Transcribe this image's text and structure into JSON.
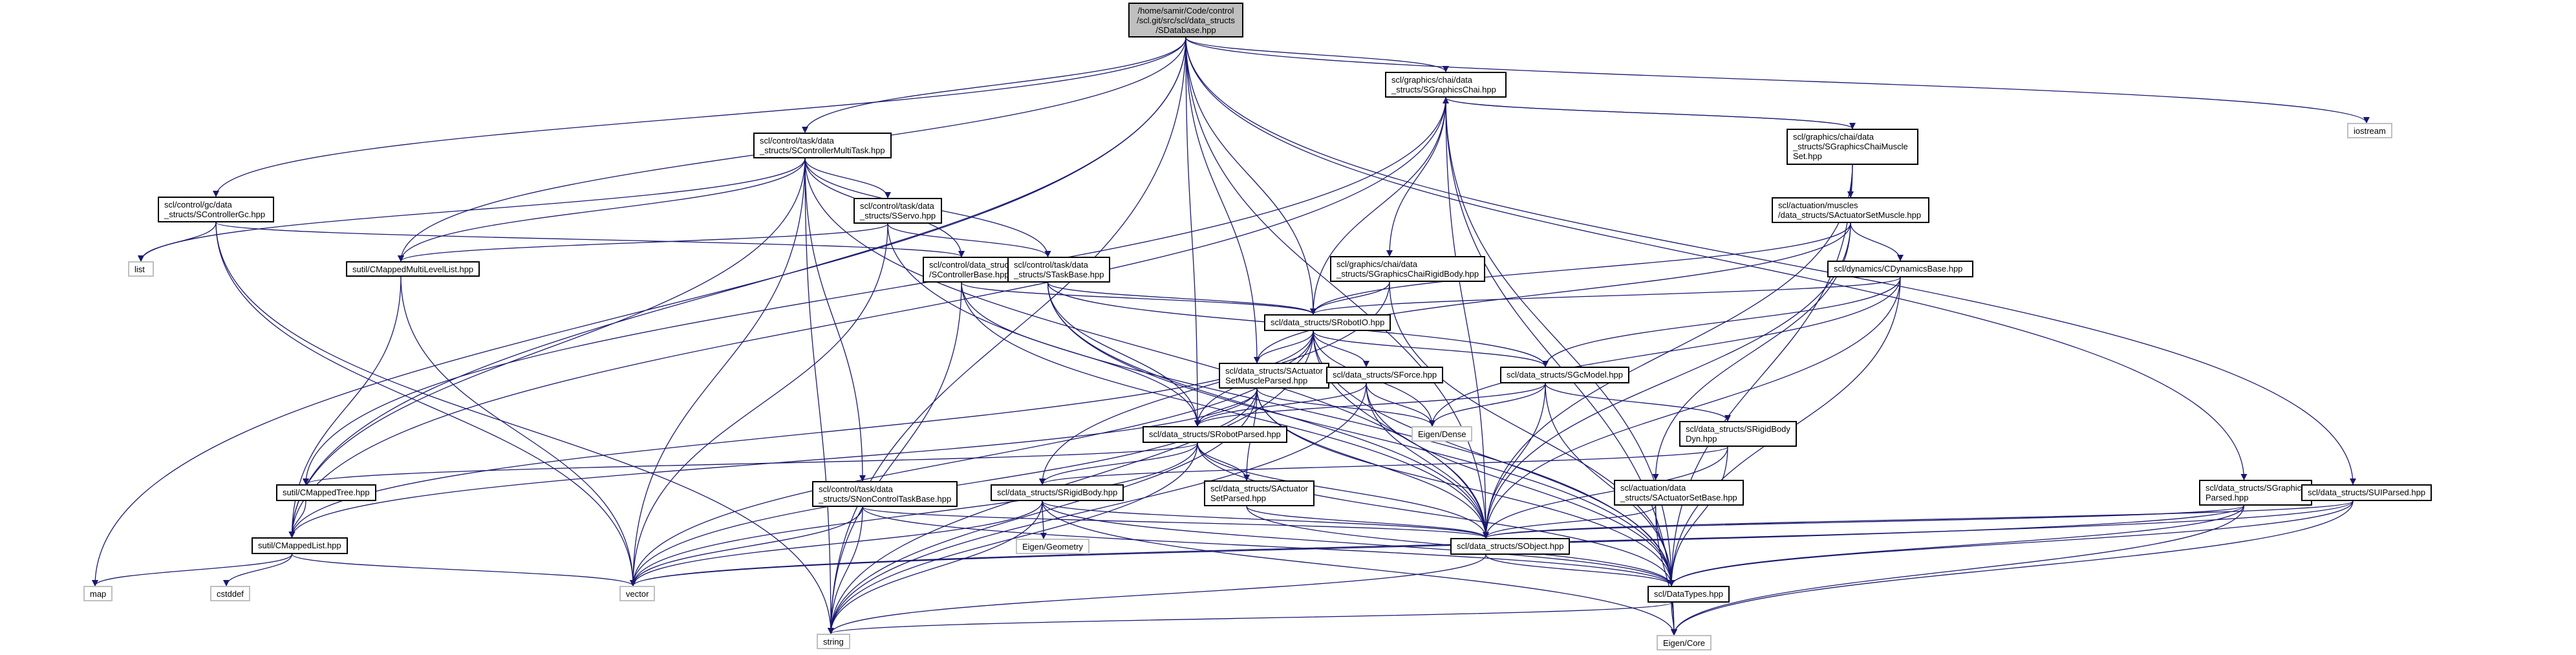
{
  "diagram": {
    "title": "Include dependency graph for SDatabase.hpp",
    "edge_color": "#191970",
    "root_fill": "#bfbfbf",
    "external_border": "#bfbfbf",
    "nodes": [
      {
        "id": "root",
        "label": "/home/samir/Code/control\n/scl.git/src/scl/data_structs\n/SDatabase.hpp",
        "kind": "root"
      },
      {
        "id": "gchai",
        "label": "scl/graphics/chai/data\n_structs/SGraphicsChai.hpp",
        "kind": "local"
      },
      {
        "id": "iostream",
        "label": "iostream",
        "kind": "external"
      },
      {
        "id": "multitask",
        "label": "scl/control/task/data\n_structs/SControllerMultiTask.hpp",
        "kind": "local"
      },
      {
        "id": "gchaimuscle",
        "label": "scl/graphics/chai/data\n_structs/SGraphicsChaiMuscle\nSet.hpp",
        "kind": "local"
      },
      {
        "id": "gc",
        "label": "scl/control/gc/data\n_structs/SControllerGc.hpp",
        "kind": "local"
      },
      {
        "id": "servo",
        "label": "scl/control/task/data\n_structs/SServo.hpp",
        "kind": "local"
      },
      {
        "id": "actmuscle",
        "label": "scl/actuation/muscles\n/data_structs/SActuatorSetMuscle.hpp",
        "kind": "local"
      },
      {
        "id": "list",
        "label": "list",
        "kind": "external"
      },
      {
        "id": "mmll",
        "label": "sutil/CMappedMultiLevelList.hpp",
        "kind": "local"
      },
      {
        "id": "ctrlbase",
        "label": "scl/control/data_structs\n/SControllerBase.hpp",
        "kind": "local"
      },
      {
        "id": "taskbase",
        "label": "scl/control/task/data\n_structs/STaskBase.hpp",
        "kind": "local"
      },
      {
        "id": "gchairb",
        "label": "scl/graphics/chai/data\n_structs/SGraphicsChaiRigidBody.hpp",
        "kind": "local"
      },
      {
        "id": "dynbase",
        "label": "scl/dynamics/CDynamicsBase.hpp",
        "kind": "local"
      },
      {
        "id": "robotio",
        "label": "scl/data_structs/SRobotIO.hpp",
        "kind": "local"
      },
      {
        "id": "actmuscleparsed",
        "label": "scl/data_structs/SActuator\nSetMuscleParsed.hpp",
        "kind": "local"
      },
      {
        "id": "force",
        "label": "scl/data_structs/SForce.hpp",
        "kind": "local"
      },
      {
        "id": "gcmodel",
        "label": "scl/data_structs/SGcModel.hpp",
        "kind": "local"
      },
      {
        "id": "dense",
        "label": "Eigen/Dense",
        "kind": "external"
      },
      {
        "id": "robotparsed",
        "label": "scl/data_structs/SRobotParsed.hpp",
        "kind": "local"
      },
      {
        "id": "rbdyn",
        "label": "scl/data_structs/SRigidBody\nDyn.hpp",
        "kind": "local"
      },
      {
        "id": "mtree",
        "label": "sutil/CMappedTree.hpp",
        "kind": "local"
      },
      {
        "id": "noncontrol",
        "label": "scl/control/task/data\n_structs/SNonControlTaskBase.hpp",
        "kind": "local"
      },
      {
        "id": "rigidbody",
        "label": "scl/data_structs/SRigidBody.hpp",
        "kind": "local"
      },
      {
        "id": "actsetparsed",
        "label": "scl/data_structs/SActuator\nSetParsed.hpp",
        "kind": "local"
      },
      {
        "id": "actsetbase",
        "label": "scl/actuation/data\n_structs/SActuatorSetBase.hpp",
        "kind": "local"
      },
      {
        "id": "gparsed",
        "label": "scl/data_structs/SGraphics\nParsed.hpp",
        "kind": "local"
      },
      {
        "id": "uiparsed",
        "label": "scl/data_structs/SUIParsed.hpp",
        "kind": "local"
      },
      {
        "id": "mlist",
        "label": "sutil/CMappedList.hpp",
        "kind": "local"
      },
      {
        "id": "geometry",
        "label": "Eigen/Geometry",
        "kind": "external"
      },
      {
        "id": "sobject",
        "label": "scl/data_structs/SObject.hpp",
        "kind": "local"
      },
      {
        "id": "map",
        "label": "map",
        "kind": "external"
      },
      {
        "id": "cstddef",
        "label": "cstddef",
        "kind": "external"
      },
      {
        "id": "vector",
        "label": "vector",
        "kind": "external"
      },
      {
        "id": "datatypes",
        "label": "scl/DataTypes.hpp",
        "kind": "local"
      },
      {
        "id": "string",
        "label": "string",
        "kind": "external"
      },
      {
        "id": "core",
        "label": "Eigen/Core",
        "kind": "external"
      }
    ],
    "edges": [
      [
        "root",
        "gchai"
      ],
      [
        "root",
        "iostream"
      ],
      [
        "root",
        "multitask"
      ],
      [
        "root",
        "gc"
      ],
      [
        "root",
        "mmll"
      ],
      [
        "root",
        "robotio"
      ],
      [
        "root",
        "actmuscleparsed"
      ],
      [
        "root",
        "robotparsed"
      ],
      [
        "root",
        "gparsed"
      ],
      [
        "root",
        "uiparsed"
      ],
      [
        "root",
        "mlist"
      ],
      [
        "root",
        "map"
      ],
      [
        "root",
        "string"
      ],
      [
        "root",
        "sobject"
      ],
      [
        "gchai",
        "gchaimuscle"
      ],
      [
        "gchai",
        "gchairb"
      ],
      [
        "gchai",
        "robotio"
      ],
      [
        "gchai",
        "mlist"
      ],
      [
        "gchai",
        "sobject"
      ],
      [
        "gchai",
        "datatypes"
      ],
      [
        "gchai",
        "core"
      ],
      [
        "gchai",
        "mtree"
      ],
      [
        "gchaimuscle",
        "gchai"
      ],
      [
        "gchaimuscle",
        "actmuscle"
      ],
      [
        "gchaimuscle",
        "sobject"
      ],
      [
        "gchaimuscle",
        "datatypes"
      ],
      [
        "multitask",
        "servo"
      ],
      [
        "multitask",
        "ctrlbase"
      ],
      [
        "multitask",
        "taskbase"
      ],
      [
        "multitask",
        "noncontrol"
      ],
      [
        "multitask",
        "mmll"
      ],
      [
        "multitask",
        "list"
      ],
      [
        "multitask",
        "vector"
      ],
      [
        "multitask",
        "string"
      ],
      [
        "multitask",
        "mlist"
      ],
      [
        "multitask",
        "sobject"
      ],
      [
        "gc",
        "list"
      ],
      [
        "gc",
        "ctrlbase"
      ],
      [
        "gc",
        "vector"
      ],
      [
        "gc",
        "string"
      ],
      [
        "servo",
        "taskbase"
      ],
      [
        "servo",
        "mmll"
      ],
      [
        "servo",
        "datatypes"
      ],
      [
        "servo",
        "vector"
      ],
      [
        "actmuscle",
        "dynbase"
      ],
      [
        "actmuscle",
        "actmuscleparsed"
      ],
      [
        "actmuscle",
        "robotio"
      ],
      [
        "actmuscle",
        "actsetbase"
      ],
      [
        "actmuscle",
        "sobject"
      ],
      [
        "mmll",
        "mlist"
      ],
      [
        "mmll",
        "vector"
      ],
      [
        "ctrlbase",
        "robotio"
      ],
      [
        "ctrlbase",
        "robotparsed"
      ],
      [
        "ctrlbase",
        "sobject"
      ],
      [
        "ctrlbase",
        "string"
      ],
      [
        "taskbase",
        "robotio"
      ],
      [
        "taskbase",
        "robotparsed"
      ],
      [
        "taskbase",
        "gcmodel"
      ],
      [
        "taskbase",
        "datatypes"
      ],
      [
        "taskbase",
        "sobject"
      ],
      [
        "gchairb",
        "robotio"
      ],
      [
        "gchairb",
        "rigidbody"
      ],
      [
        "gchairb",
        "datatypes"
      ],
      [
        "dynbase",
        "robotio"
      ],
      [
        "dynbase",
        "gcmodel"
      ],
      [
        "dynbase",
        "dense"
      ],
      [
        "dynbase",
        "sobject"
      ],
      [
        "dynbase",
        "datatypes"
      ],
      [
        "robotio",
        "actmuscleparsed"
      ],
      [
        "robotio",
        "force"
      ],
      [
        "robotio",
        "gcmodel"
      ],
      [
        "robotio",
        "robotparsed"
      ],
      [
        "robotio",
        "dense"
      ],
      [
        "robotio",
        "sobject"
      ],
      [
        "robotio",
        "datatypes"
      ],
      [
        "robotio",
        "vector"
      ],
      [
        "robotio",
        "string"
      ],
      [
        "robotio",
        "mlist"
      ],
      [
        "actmuscleparsed",
        "robotparsed"
      ],
      [
        "actmuscleparsed",
        "actsetparsed"
      ],
      [
        "actmuscleparsed",
        "dense"
      ],
      [
        "actmuscleparsed",
        "sobject"
      ],
      [
        "actmuscleparsed",
        "datatypes"
      ],
      [
        "actmuscleparsed",
        "mlist"
      ],
      [
        "actmuscleparsed",
        "vector"
      ],
      [
        "actmuscleparsed",
        "string"
      ],
      [
        "force",
        "robotparsed"
      ],
      [
        "force",
        "dense"
      ],
      [
        "force",
        "sobject"
      ],
      [
        "force",
        "datatypes"
      ],
      [
        "force",
        "string"
      ],
      [
        "gcmodel",
        "rbdyn"
      ],
      [
        "gcmodel",
        "dense"
      ],
      [
        "gcmodel",
        "robotparsed"
      ],
      [
        "gcmodel",
        "sobject"
      ],
      [
        "gcmodel",
        "datatypes"
      ],
      [
        "robotparsed",
        "rigidbody"
      ],
      [
        "robotparsed",
        "actsetparsed"
      ],
      [
        "robotparsed",
        "mtree"
      ],
      [
        "robotparsed",
        "sobject"
      ],
      [
        "robotparsed",
        "datatypes"
      ],
      [
        "robotparsed",
        "vector"
      ],
      [
        "robotparsed",
        "string"
      ],
      [
        "rbdyn",
        "rigidbody"
      ],
      [
        "rbdyn",
        "datatypes"
      ],
      [
        "rbdyn",
        "sobject"
      ],
      [
        "mtree",
        "mlist"
      ],
      [
        "noncontrol",
        "sobject"
      ],
      [
        "noncontrol",
        "datatypes"
      ],
      [
        "noncontrol",
        "vector"
      ],
      [
        "noncontrol",
        "string"
      ],
      [
        "rigidbody",
        "geometry"
      ],
      [
        "rigidbody",
        "sobject"
      ],
      [
        "rigidbody",
        "datatypes"
      ],
      [
        "rigidbody",
        "vector"
      ],
      [
        "rigidbody",
        "string"
      ],
      [
        "rigidbody",
        "core"
      ],
      [
        "actsetparsed",
        "sobject"
      ],
      [
        "actsetparsed",
        "datatypes"
      ],
      [
        "actsetbase",
        "sobject"
      ],
      [
        "actsetbase",
        "datatypes"
      ],
      [
        "actsetbase",
        "core"
      ],
      [
        "gparsed",
        "sobject"
      ],
      [
        "gparsed",
        "datatypes"
      ],
      [
        "gparsed",
        "vector"
      ],
      [
        "gparsed",
        "core"
      ],
      [
        "uiparsed",
        "sobject"
      ],
      [
        "uiparsed",
        "datatypes"
      ],
      [
        "uiparsed",
        "vector"
      ],
      [
        "uiparsed",
        "core"
      ],
      [
        "mlist",
        "map"
      ],
      [
        "mlist",
        "cstddef"
      ],
      [
        "mlist",
        "vector"
      ],
      [
        "sobject",
        "datatypes"
      ],
      [
        "sobject",
        "string"
      ],
      [
        "datatypes",
        "core"
      ],
      [
        "datatypes",
        "string"
      ]
    ]
  }
}
